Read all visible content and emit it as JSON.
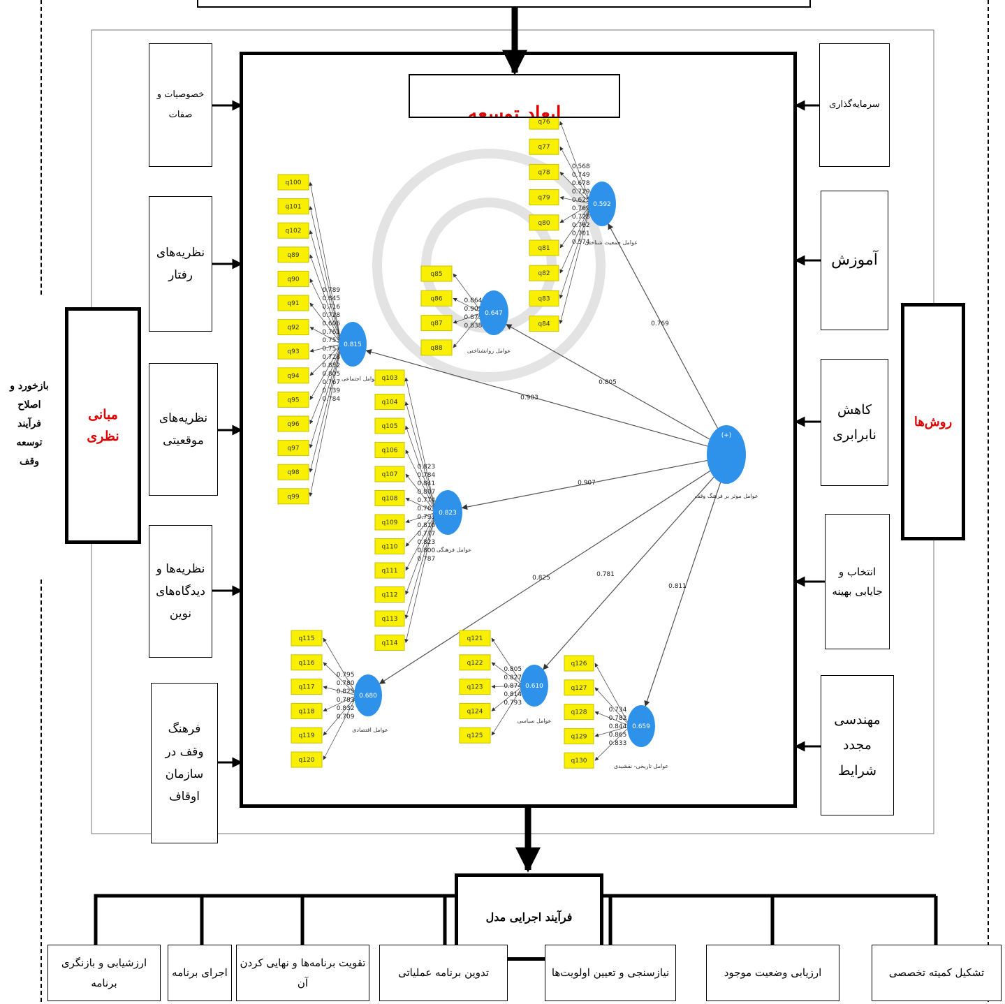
{
  "header": {
    "dimensions_title": "ابعاد توسعه"
  },
  "left_side": {
    "main_label": "مبانی نظری",
    "feedback_label": [
      "بازخورد و",
      "اصلاح",
      "فرآیند",
      "توسعه",
      "وقف"
    ],
    "boxes": [
      "خصوصیات و صفات",
      "نظریه‌های رفتار",
      "نظریه‌های موقعیتی",
      "نظریه‌ها و دیدگاه‌های نوین",
      "فرهنگ وقف در سازمان اوقاف"
    ]
  },
  "right_side": {
    "main_label": "روش‌ها",
    "boxes": [
      "سرمایه‌گذاری",
      "آموزش",
      "کاهش نابرابری",
      "انتخاب و جایابی بهینه",
      "مهندسی مجدد شرایط"
    ]
  },
  "bottom": {
    "process_label": "فرآیند اجرایی مدل",
    "steps": [
      "ارزشیابی و بازنگری برنامه",
      "اجرای برنامه",
      "تقویت برنامه‌ها و نهایی کردن آن",
      "تدوین برنامه عملیاتی",
      "نیازسنجی و تعیین اولویت‌ها",
      "ارزیابی وضعیت موجود",
      "تشکیل کمیته تخصصی"
    ]
  },
  "model": {
    "central": {
      "value": "(+)",
      "label": "عوامل موثر بر فرهنگ وقف"
    },
    "constructs": [
      {
        "id": "demographic",
        "value": "0.592",
        "label": "عوامل جمعیت شناختی",
        "path": "0.769",
        "items": [
          "q76",
          "q77",
          "q78",
          "q79",
          "q80",
          "q81",
          "q82",
          "q83",
          "q84"
        ],
        "loadings": [
          "0.568",
          "0.749",
          "0.678",
          "0.729",
          "0.625",
          "0.769",
          "0.728",
          "0.762",
          "0.701",
          "0.574"
        ]
      },
      {
        "id": "psychological",
        "value": "0.647",
        "label": "عوامل روانشناختی",
        "path": "0.805",
        "items": [
          "q85",
          "q86",
          "q87",
          "q88"
        ],
        "loadings": [
          "0.864",
          "0.905",
          "0.875",
          "0.838"
        ]
      },
      {
        "id": "social",
        "value": "0.815",
        "label": "عوامل اجتماعی",
        "path": "0.903",
        "items": [
          "q100",
          "q101",
          "q102",
          "q89",
          "q90",
          "q91",
          "q92",
          "q93",
          "q94",
          "q95",
          "q96",
          "q97",
          "q98",
          "q99"
        ],
        "loadings": [
          "0.789",
          "0.845",
          "0.716",
          "0.728",
          "0.606",
          "0.761",
          "0.753",
          "0.757",
          "0.728",
          "0.852",
          "0.805",
          "0.767",
          "0.739",
          "0.784"
        ]
      },
      {
        "id": "cultural",
        "value": "0.823",
        "label": "عوامل فرهنگی",
        "path": "0.907",
        "items": [
          "q103",
          "q104",
          "q105",
          "q106",
          "q107",
          "q108",
          "q109",
          "q110",
          "q111",
          "q112",
          "q113",
          "q114"
        ],
        "loadings": [
          "0.823",
          "0.784",
          "0.841",
          "0.807",
          "0.774",
          "0.763",
          "0.791",
          "0.810",
          "0.777",
          "0.823",
          "0.800",
          "0.787"
        ]
      },
      {
        "id": "economic",
        "value": "0.680",
        "label": "عوامل اقتصادی",
        "path": "0.825",
        "items": [
          "q115",
          "q116",
          "q117",
          "q118",
          "q119",
          "q120"
        ],
        "loadings": [
          "0.795",
          "0.780",
          "0.825",
          "0.783",
          "0.832",
          "0.709"
        ]
      },
      {
        "id": "political",
        "value": "0.610",
        "label": "عوامل سیاسی",
        "path": "0.781",
        "items": [
          "q121",
          "q122",
          "q123",
          "q124",
          "q125"
        ],
        "loadings": [
          "0.805",
          "0.827",
          "0.874",
          "0.814",
          "0.793"
        ]
      },
      {
        "id": "historical",
        "value": "0.659",
        "label": "عوامل تاریخی- نقشیدی",
        "path": "0.811",
        "items": [
          "q126",
          "q127",
          "q128",
          "q129",
          "q130"
        ],
        "loadings": [
          "0.734",
          "0.782",
          "0.844",
          "0.865",
          "0.833"
        ]
      }
    ]
  }
}
